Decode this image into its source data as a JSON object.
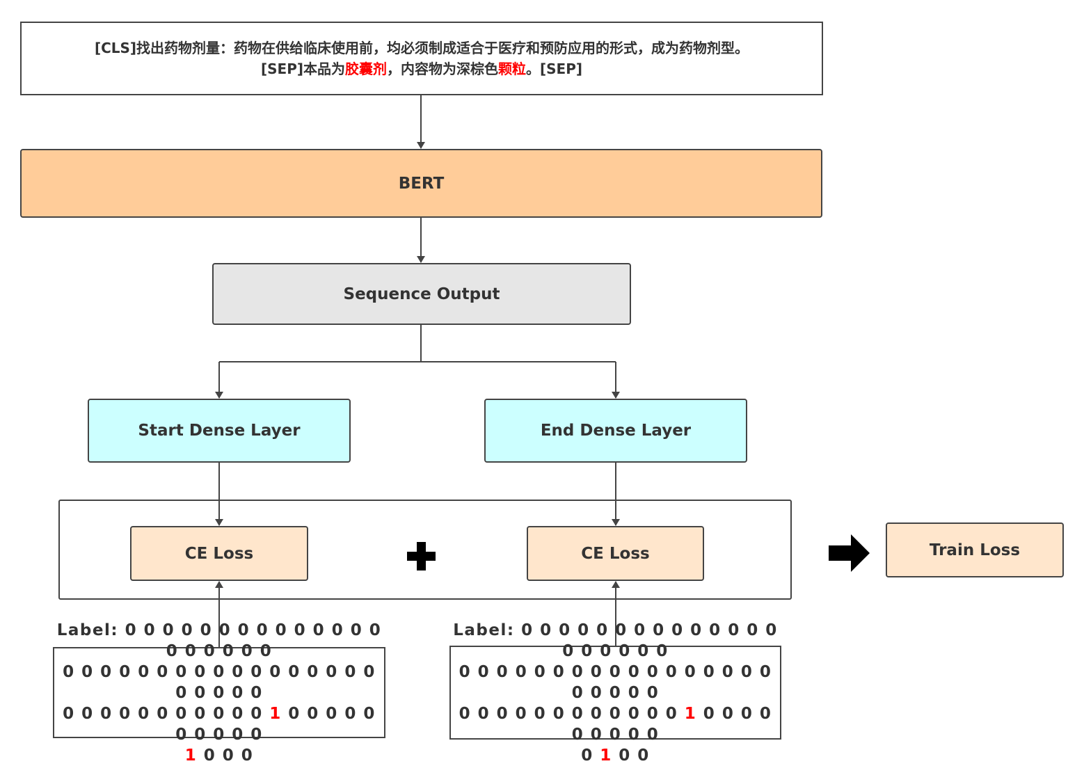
{
  "input": {
    "line1": "[CLS]找出药物剂量：药物在供给临床使用前，均必须制成适合于医疗和预防应用的形式，成为药物剂型。",
    "line2_pre": "[SEP]本品为",
    "line2_hl1": "胶囊剂",
    "line2_mid": "，内容物为深棕色",
    "line2_hl2": "颗粒",
    "line2_post": "。[SEP]"
  },
  "nodes": {
    "bert": "BERT",
    "sequence_output": "Sequence Output",
    "start_dense": "Start Dense Layer",
    "end_dense": "End Dense Layer",
    "ce_loss_start": "CE Loss",
    "ce_loss_end": "CE Loss",
    "train_loss": "Train Loss"
  },
  "plus_symbol": "✚",
  "start_label": {
    "line1": "Label: 0 0 0 0 0 0 0 0 0 0 0 0 0 0 0 0 0 0 0 0",
    "line2": "0 0 0 0 0 0 0 0 0 0 0 0 0 0 0 0 0 0 0 0 0 0",
    "line3_pre": "0 0 0 0 0 0 0 0 0 0 0 ",
    "line3_hl": "1",
    "line3_post": " 0 0 0 0 0 0 0 0 0 0",
    "line4_pre": "",
    "line4_hl": "1",
    "line4_post": " 0 0 0"
  },
  "end_label": {
    "line1": "Label: 0 0 0 0 0 0 0 0 0 0 0 0 0 0 0 0 0 0 0 0",
    "line2": "0 0 0 0 0 0 0 0 0 0 0 0 0 0 0 0 0 0 0 0 0 0",
    "line3_pre": "0 0 0 0 0 0 0 0 0 0 0 0 ",
    "line3_hl": "1",
    "line3_post": " 0 0 0 0 0 0 0 0 0",
    "line4_pre": "0 ",
    "line4_hl": "1",
    "line4_post": " 0 0"
  },
  "colors": {
    "bert": "#ffcc99",
    "sequence_output": "#e6e6e6",
    "dense": "#ccffff",
    "loss": "#ffe6cc",
    "highlight": "#ff0000",
    "stroke": "#444444"
  },
  "icons": {
    "plus": "plus-icon",
    "arrow": "right-arrow-icon"
  }
}
